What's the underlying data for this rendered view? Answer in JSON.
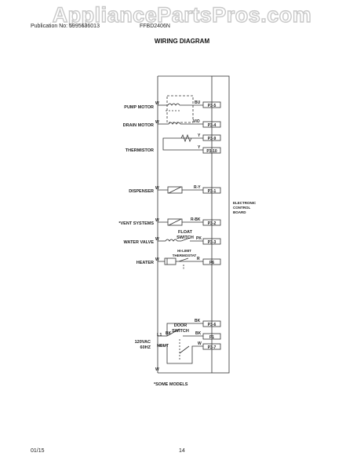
{
  "watermark": "AppliancePartsPros.com",
  "header": {
    "publication": "Publication No: 5995636013",
    "model": "FFBD2406N"
  },
  "title": "WIRING DIAGRAM",
  "components": {
    "pump_motor": "PUMP MOTOR",
    "drain_motor": "DRAIN MOTOR",
    "thermistor": "THERMISTOR",
    "dispenser": "DISPENSER",
    "vent_system": "*VENT SYSTEMS",
    "float_switch_line1": "FLOAT",
    "float_switch_line2": "SWITCH",
    "water_valve": "WATER VALVE",
    "hi_limit_line1": "HI-LIMIT",
    "hi_limit_line2": "THERMOSTAT",
    "heater": "HEATER",
    "door_switch_line1": "DOOR",
    "door_switch_line2": "SWITCH",
    "supply_line1": "120VAC",
    "supply_line2": "60HZ",
    "l1": "L1",
    "neut": "NEUT",
    "board_line1": "ELECTRONIC",
    "board_line2": "CONTROL",
    "board_line3": "BOARD"
  },
  "wire_colors": {
    "w": "W",
    "bu": "BU",
    "vio": "VIO",
    "y": "Y",
    "r_y": "R-Y",
    "r_bk": "R-BK",
    "pk": "PK",
    "r": "R",
    "bk": "BK"
  },
  "connectors": {
    "p3_5": "P3-5",
    "p3_4": "P3-4",
    "p3_9": "P3-9",
    "p3_10": "P3-10",
    "p3_1": "P3-1",
    "p3_2": "P3-2",
    "p3_3": "P3-3",
    "p6": "P6",
    "p3_6": "P3-6",
    "p1": "P1",
    "p3_7": "P3-7"
  },
  "note": "*SOME MODELS",
  "footer": {
    "date": "01/15",
    "page": "14"
  }
}
